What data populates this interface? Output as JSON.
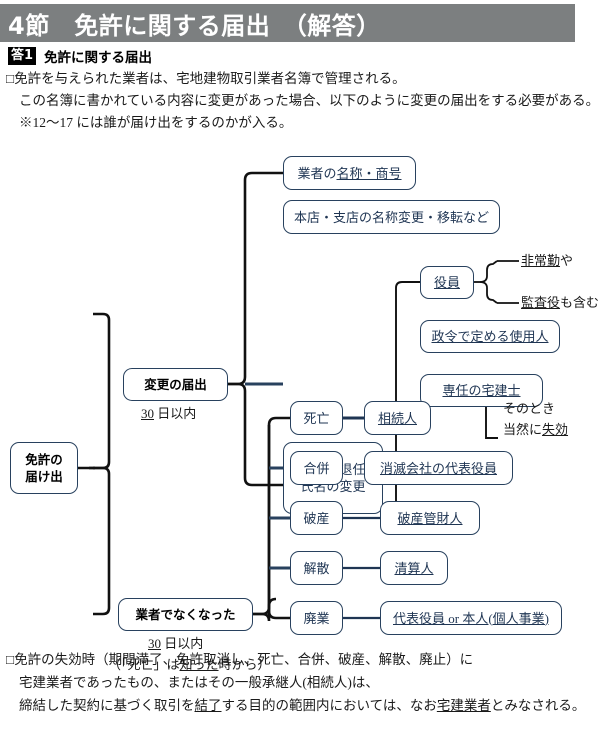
{
  "header": {
    "title": "4節　免許に関する届出　（解答）",
    "bar_color": "#7c7f80"
  },
  "answer_section": {
    "badge": "答1",
    "title": "免許に関する届出"
  },
  "intro_lines": [
    "□免許を与えられた業者は、宅地建物取引業者名簿で管理される。",
    "この名簿に書かれている内容に変更があった場合、以下のように変更の届出をする必要がある。",
    "※12〜17 には誰が届け出をするのかが入る。"
  ],
  "diagram": {
    "root": {
      "label_line1": "免許の",
      "label_line2": "届け出"
    },
    "branch_change": {
      "label": "変更の届出",
      "note_num": "30",
      "note_rest": " 日以内",
      "children": [
        {
          "label": "業者の名称・商号",
          "underline_part": "名称・商号",
          "plain_part": "業者の"
        },
        {
          "label": "本店・支店の名称変更・移転など"
        },
        {
          "label_line1": "就任・退任",
          "label_line2": "氏名の変更"
        }
      ],
      "sub_children": [
        {
          "label": "役員"
        },
        {
          "label": "政令で定める使用人"
        },
        {
          "label": "専任の宅建士"
        }
      ],
      "aside": {
        "line1": "非常勤や",
        "line2": "監査役も含む",
        "line1_underline": "非常勤",
        "line1_plain": "や",
        "line2_underline": "監査役",
        "line2_plain": "も含む"
      }
    },
    "branch_cease": {
      "label": "業者でなくなった",
      "note_num": "30",
      "note_rest": " 日以内",
      "note2_pre": "（「死亡」は",
      "note2_u": "知った",
      "note2_post": "時から）",
      "rows": [
        {
          "cause": "死亡",
          "result": "相続人"
        },
        {
          "cause": "合併",
          "result": "消滅会社の代表役員"
        },
        {
          "cause": "破産",
          "result": "破産管財人"
        },
        {
          "cause": "解散",
          "result": "清算人"
        },
        {
          "cause": "廃業",
          "result": "代表役員 or 本人(個人事業)"
        }
      ],
      "bracket_note": {
        "line1": "そのとき",
        "line2_pre": "当然に",
        "line2_u": "失効"
      }
    }
  },
  "footer_lines": [
    "□免許の失効時（期間満了、免許取消し、死亡、合併、破産、解散、廃止）に",
    "宅建業者であったもの、またはその一般承継人(相続人)は、",
    "締結した契約に基づく取引を結了する目的の範囲内においては、なお宅建業者とみなされる。"
  ],
  "footer_underlines": {
    "u1": "結了",
    "u2": "宅建業者"
  },
  "colors": {
    "node_border": "#28415e",
    "node_text": "#1f3553",
    "header_bar": "#7c7f80",
    "badge": "#000000"
  }
}
